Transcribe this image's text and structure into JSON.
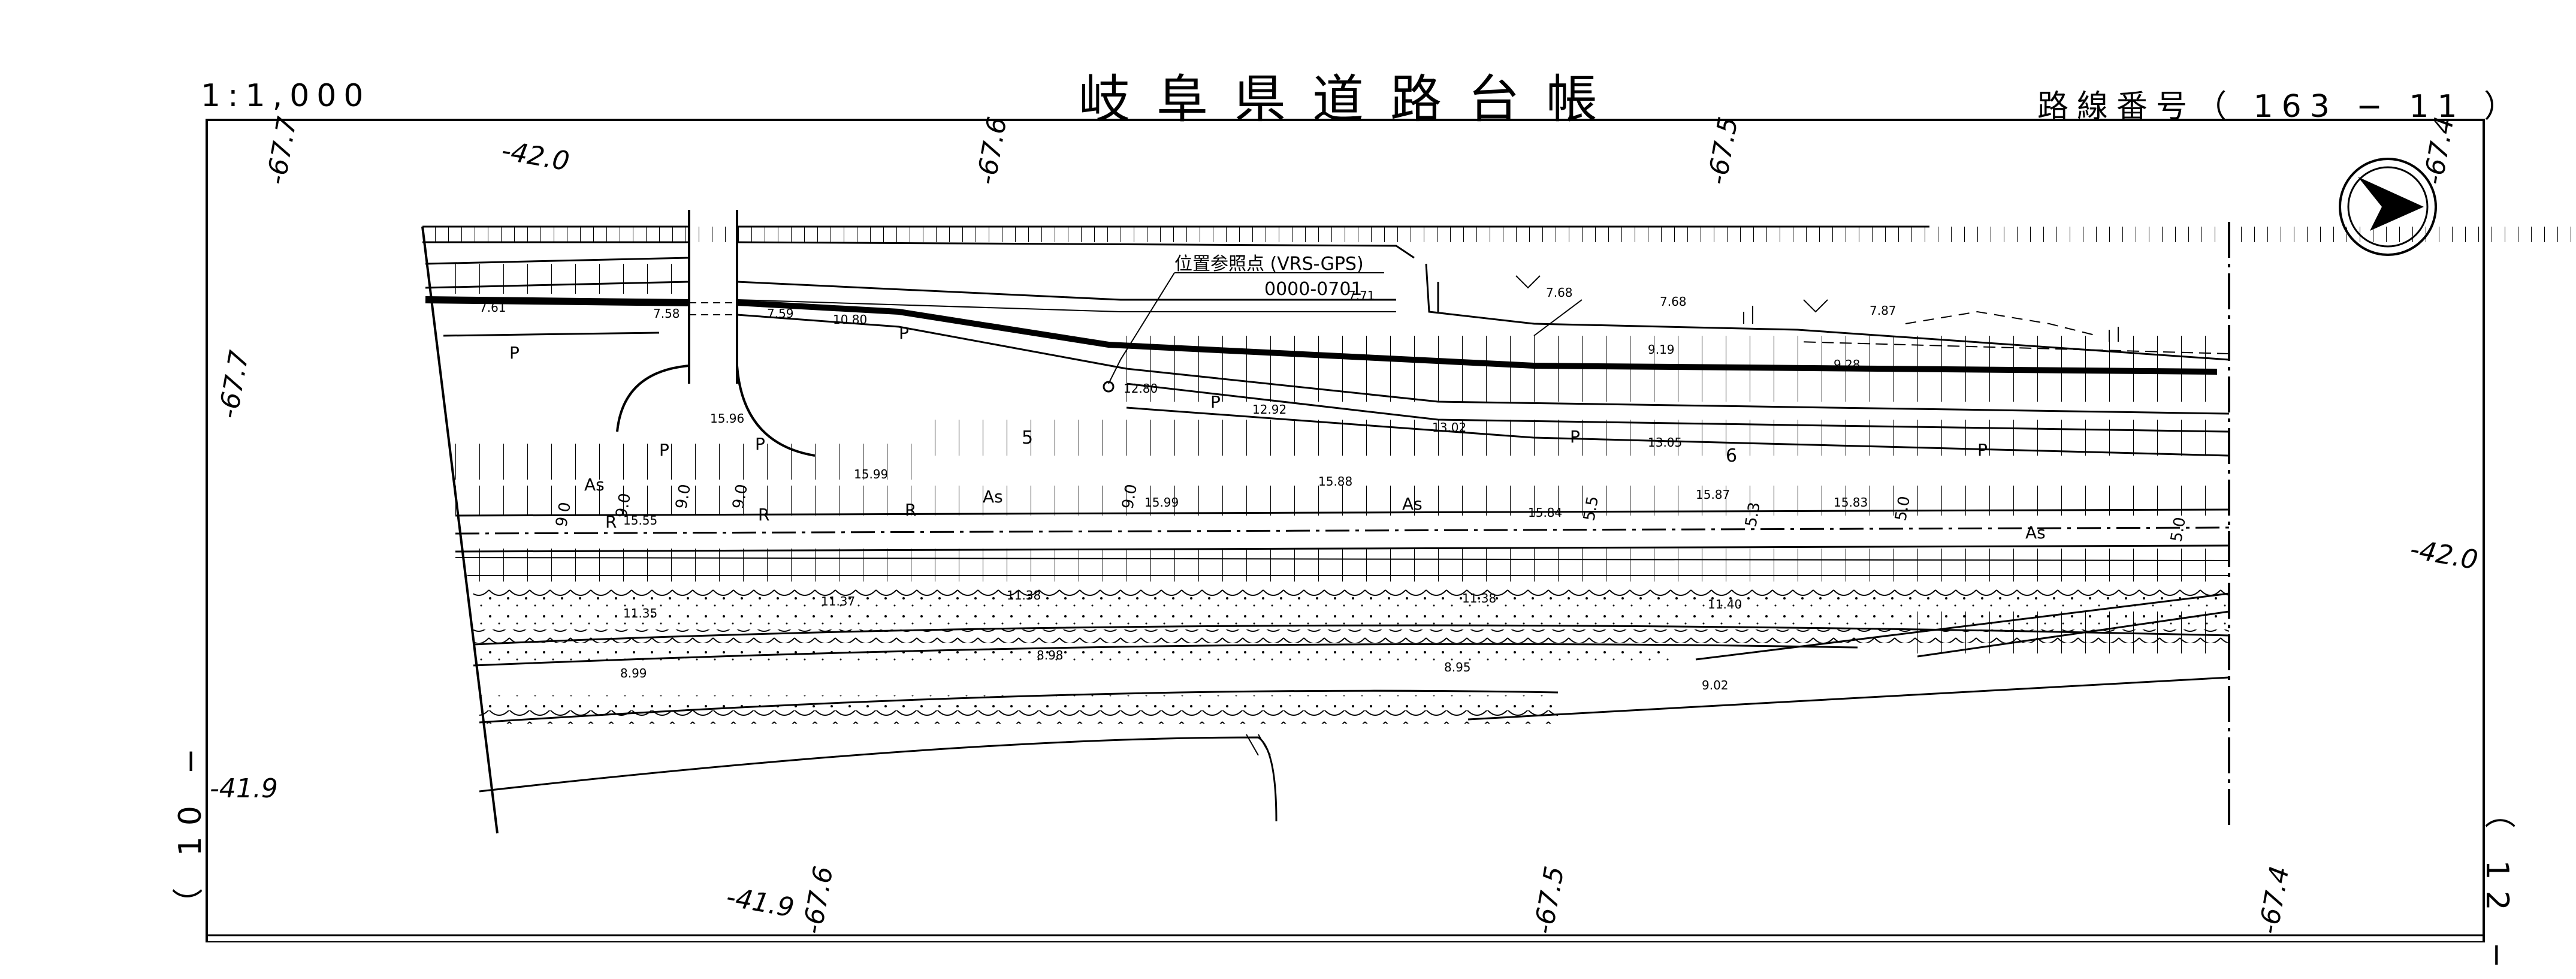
{
  "header": {
    "scale": "1:1,000",
    "title": "岐阜県道路台帳",
    "route_number": "路線番号（ 163 − 11 ）"
  },
  "sheet_refs": {
    "previous": "（ 10 −",
    "next": "（ 12 −"
  },
  "reference_point": {
    "label": "位置参照点 (VRS-GPS)",
    "id": "0000-0701"
  },
  "grid_labels": {
    "top_left_x": "-67.7",
    "top_left_y": "-42.0",
    "top_mid_left": "-67.6",
    "top_mid_right": "-67.5",
    "top_right": "-67.4",
    "left_side_y": "-67.7",
    "left_bottom_x": "-41.9",
    "right_side_y": "-42.0",
    "bottom_left_x": "-41.9",
    "bottom_left_y": "-67.6",
    "bottom_mid": "-67.5",
    "bottom_right": "-67.4"
  },
  "elevations": {
    "e1": "7.61",
    "e2": "7.58",
    "e3": "7.59",
    "e4": "10.80",
    "e5": "7.71",
    "e6": "7.68",
    "e7": "7.68",
    "e8": "7.87",
    "e9": "9.19",
    "e10": "9.28",
    "e11": "12.80",
    "e12": "12.92",
    "e13": "13.02",
    "e14": "13.05",
    "e15": "15.96",
    "e16": "15.99",
    "e17": "15.99",
    "e18": "15.88",
    "e19": "15.87",
    "e20": "15.83",
    "e21": "15.84",
    "e22": "15.55",
    "e23": "11.37",
    "e24": "11.38",
    "e25": "11.38",
    "e26": "11.35",
    "e27": "11.40",
    "e28": "8.99",
    "e29": "8.98",
    "e30": "8.95",
    "e31": "9.02"
  },
  "widths": {
    "w1": "9.0",
    "w2": "9.0",
    "w3": "9.0",
    "w4": "9.0",
    "w5": "9.0",
    "w6": "5.5",
    "w7": "5.3",
    "w8": "5.0",
    "w9": "5.0"
  },
  "surface_marks": {
    "asphalt": "As",
    "pavement": "P",
    "retaining": "R"
  },
  "lane_numbers": {
    "n5": "5",
    "n6": "6"
  }
}
